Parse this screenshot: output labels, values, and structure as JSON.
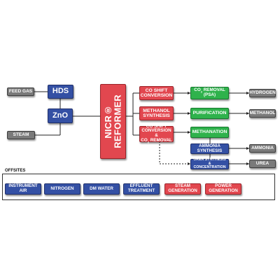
{
  "inputs": {
    "feed_gas": "FEED GAS",
    "steam": "STEAM"
  },
  "units": {
    "hds": "HDS",
    "zno": "ZnO",
    "reformer_line1": "NICR®",
    "reformer_line2": "REFORMER",
    "co_shift_1": "CO SHIFT CONVERSION",
    "methanol_synthesis": "METHANOL SYNTHESIS",
    "co_shift_2_line1": "CO SHIFT",
    "co_shift_2_line2": "CONVERSION &",
    "co_shift_2_line3_pre": "CO",
    "co_shift_2_line3_sub": "2",
    "co_shift_2_line3_post": " REMOVAL",
    "co2_removal_pre": "CO",
    "co2_removal_sub": "2",
    "co2_removal_post": " REMOVAL",
    "co2_removal_line2": "(PSA)",
    "purification": "PURIFICATION",
    "methanation": "METHANATION",
    "ammonia_synthesis": "AMMONIA SYNTHESIS",
    "urea_synthesis": "UREA SYNTHESIS & CONCENTRATION"
  },
  "products": {
    "hydrogen": "HYDROGEN",
    "methanol": "METHANOL",
    "ammonia": "AMMONIA",
    "urea": "UREA"
  },
  "offsites": {
    "title": "OFFSITES",
    "items": [
      {
        "label": "INSTRUMENT AIR",
        "color": "blue"
      },
      {
        "label": "NITROGEN",
        "color": "blue"
      },
      {
        "label": "DM WATER",
        "color": "blue"
      },
      {
        "label": "EFFLUENT TREATMENT",
        "color": "blue"
      },
      {
        "label": "STEAM GENERATION",
        "color": "red"
      },
      {
        "label": "POWER GENERATION",
        "color": "red"
      }
    ]
  },
  "colors": {
    "blue": "#3450a4",
    "red": "#e2474f",
    "green": "#2fb24c",
    "grey": "#7a7a7a"
  }
}
